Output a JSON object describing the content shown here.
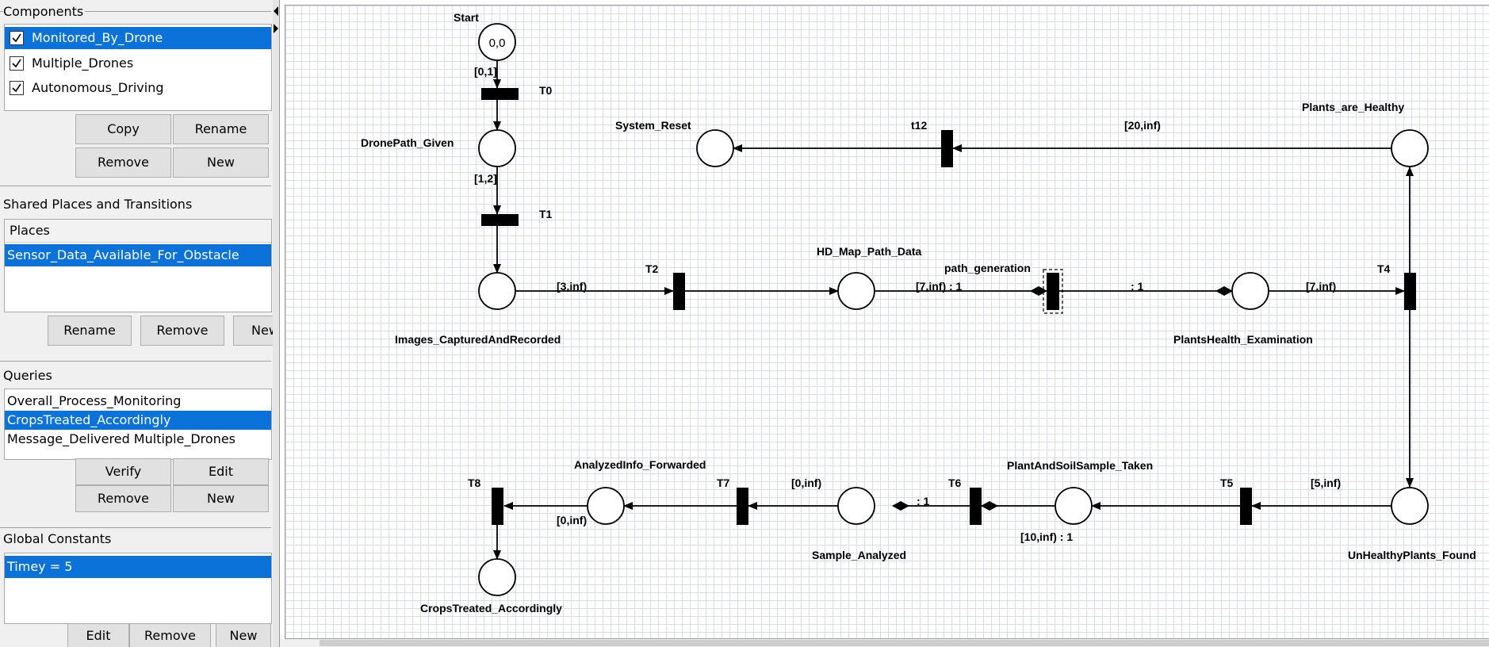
{
  "sidebar": {
    "components": {
      "title": "Components",
      "items": [
        {
          "label": "Monitored_By_Drone",
          "checked": true,
          "selected": true
        },
        {
          "label": "Multiple_Drones",
          "checked": true,
          "selected": false
        },
        {
          "label": "Autonomous_Driving",
          "checked": true,
          "selected": false
        }
      ],
      "buttons": {
        "copy": "Copy",
        "rename": "Rename",
        "remove": "Remove",
        "new": "New"
      }
    },
    "shared": {
      "title": "Shared Places and Transitions",
      "column_header": "Places",
      "items": [
        "Sensor_Data_Available_For_Obstacle"
      ],
      "buttons": {
        "rename": "Rename",
        "remove": "Remove",
        "new": "New"
      }
    },
    "queries": {
      "title": "Queries",
      "items": [
        {
          "label": "Overall_Process_Monitoring",
          "selected": false
        },
        {
          "label": "CropsTreated_Accordingly",
          "selected": true
        },
        {
          "label": "Message_Delivered Multiple_Drones",
          "selected": false
        }
      ],
      "buttons": {
        "verify": "Verify",
        "edit": "Edit",
        "remove": "Remove",
        "new": "New"
      }
    },
    "constants": {
      "title": "Global Constants",
      "items": [
        "Timey = 5"
      ],
      "buttons": {
        "edit": "Edit",
        "remove": "Remove",
        "new": "New"
      }
    }
  },
  "petri_net": {
    "places": [
      {
        "id": "start",
        "label": "Start",
        "tokens": "0,0"
      },
      {
        "id": "dronepath",
        "label": "DronePath_Given",
        "tokens": ""
      },
      {
        "id": "images",
        "label": "Images_CapturedAndRecorded",
        "tokens": ""
      },
      {
        "id": "hdmap",
        "label": "HD_Map_Path_Data",
        "tokens": ""
      },
      {
        "id": "plantshealth",
        "label": "PlantsHealth_Examination",
        "tokens": ""
      },
      {
        "id": "healthy",
        "label": "Plants_are_Healthy",
        "tokens": ""
      },
      {
        "id": "reset",
        "label": "System_Reset",
        "tokens": ""
      },
      {
        "id": "unhealthy",
        "label": "UnHealthyPlants_Found",
        "tokens": ""
      },
      {
        "id": "sample_taken",
        "label": "PlantAndSoilSample_Taken",
        "tokens": ""
      },
      {
        "id": "analyzed",
        "label": "Sample_Analyzed",
        "tokens": ""
      },
      {
        "id": "forwarded",
        "label": "AnalyzedInfo_Forwarded",
        "tokens": ""
      },
      {
        "id": "crops",
        "label": "CropsTreated_Accordingly",
        "tokens": ""
      }
    ],
    "transitions": [
      {
        "id": "T0",
        "label": "T0"
      },
      {
        "id": "T1",
        "label": "T1"
      },
      {
        "id": "T2",
        "label": "T2"
      },
      {
        "id": "pathgen",
        "label": "path_generation"
      },
      {
        "id": "T4",
        "label": "T4"
      },
      {
        "id": "t12",
        "label": "t12"
      },
      {
        "id": "T5",
        "label": "T5"
      },
      {
        "id": "T6",
        "label": "T6"
      },
      {
        "id": "T7",
        "label": "T7"
      },
      {
        "id": "T8",
        "label": "T8"
      }
    ],
    "arc_labels": {
      "start_T0": "[0,1]",
      "dronepath_T1": "[1,2]",
      "images_T2": "[3,inf)",
      "hdmap_pathgen": "[7,inf) : 1",
      "pathgen_plants": ": 1",
      "plants_T4": "[7,inf)",
      "healthy_t12": "[20,inf)",
      "unhealthy_T5": "[5,inf)",
      "sample_T6": "[10,inf) : 1",
      "T6_analyzed": ": 1",
      "analyzed_T7": "[0,inf)",
      "forwarded_T8": "[0,inf)"
    }
  }
}
